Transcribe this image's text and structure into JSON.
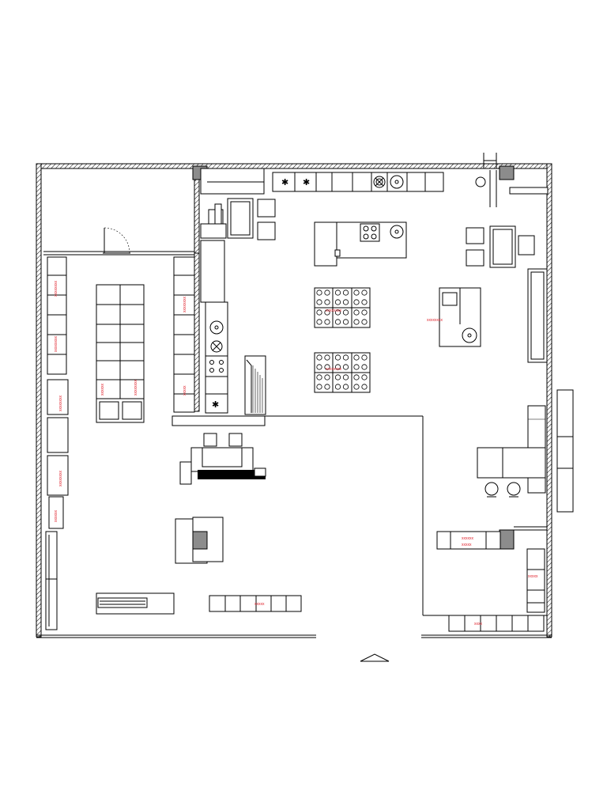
{
  "drawing": {
    "labels": [
      "xxxxxxxx",
      "xxxxxxxx",
      "xxxxxxxx",
      "xxxxxxxx",
      "xxxxxx",
      "xxxxxx",
      "xxxxxxxx",
      "xxxxxxxx",
      "xxxxx",
      "xxxxxxxx",
      "xxxxxxxx",
      "xxxxxxxx",
      "xxxxx",
      "xxxxxx",
      "xxxxx",
      "xxxx",
      "xxxxx"
    ]
  }
}
